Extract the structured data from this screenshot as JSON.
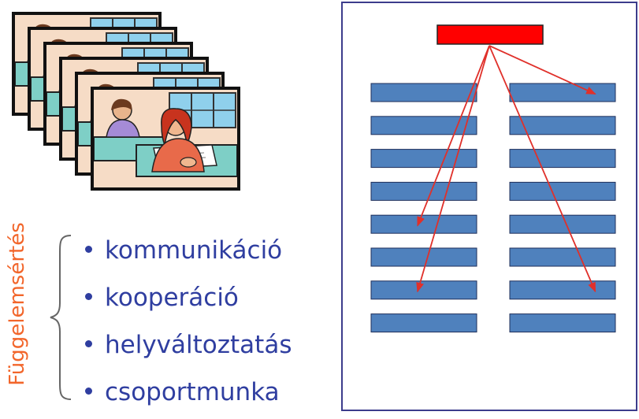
{
  "side_label": "Függelemsértés",
  "list": {
    "items": [
      "kommunikáció",
      "kooperáció",
      "helyváltoztatás",
      "csoportmunka"
    ]
  },
  "colors": {
    "label": "#f2662b",
    "text": "#2f3ea0",
    "desk": "#4f81bd",
    "teacher_desk": "#ff0000",
    "arrow": "#e0302a",
    "frame": "#3c3c8c"
  },
  "classroom": {
    "desk_columns": 2,
    "desk_rows": 8,
    "arrow_targets": [
      {
        "column": 2,
        "row": 1
      },
      {
        "column": 1,
        "row": 5
      },
      {
        "column": 1,
        "row": 7
      },
      {
        "column": 2,
        "row": 7
      }
    ]
  },
  "image_stack": {
    "count": 6,
    "subject": "students-writing-clipart"
  }
}
